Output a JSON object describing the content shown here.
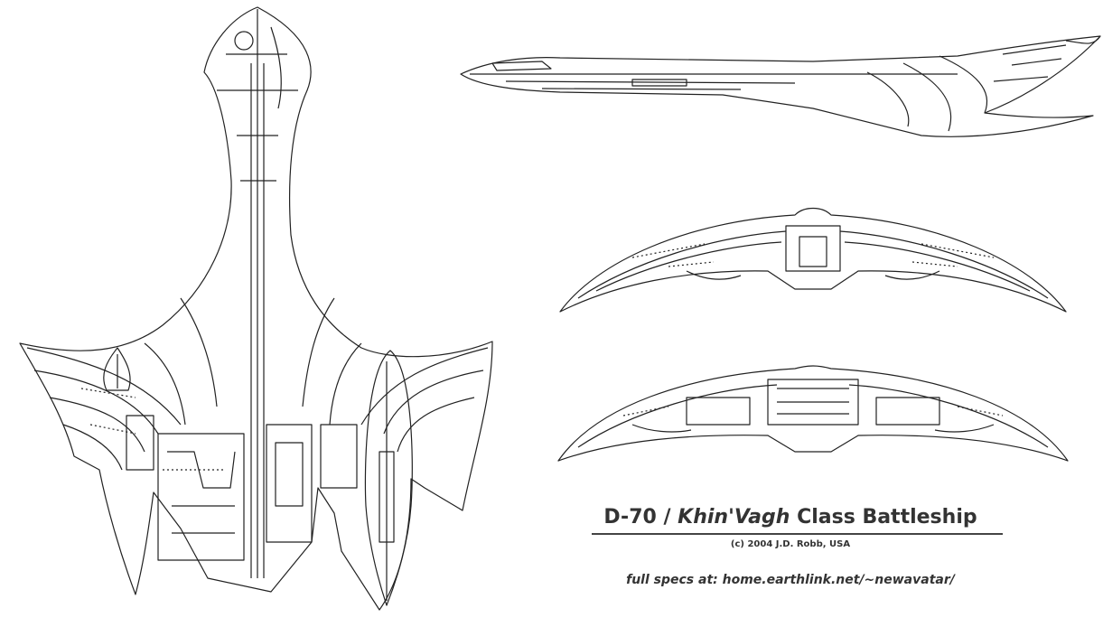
{
  "caption": {
    "title_prefix": "D-70 / ",
    "title_name": "Khin'Vagh",
    "title_suffix": " Class Battleship",
    "copyright": "(c) 2004  J.D. Robb, USA",
    "specs_url": "full specs at:  home.earthlink.net/~newavatar/"
  },
  "views": [
    {
      "name": "top-view"
    },
    {
      "name": "side-view"
    },
    {
      "name": "front-view"
    },
    {
      "name": "rear-view"
    }
  ],
  "line_color": "#222222"
}
